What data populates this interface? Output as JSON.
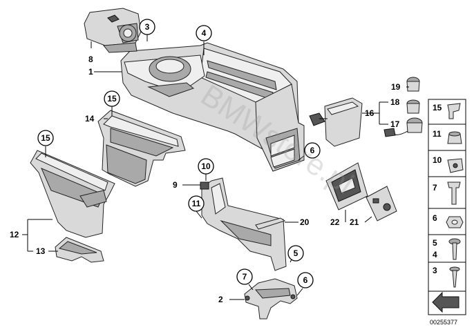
{
  "callouts": [
    {
      "id": "c8",
      "label": "8"
    },
    {
      "id": "c1",
      "label": "1"
    },
    {
      "id": "c3",
      "label": "3"
    },
    {
      "id": "c4",
      "label": "4"
    },
    {
      "id": "c15a",
      "label": "15"
    },
    {
      "id": "c14",
      "label": "14"
    },
    {
      "id": "c15b",
      "label": "15"
    },
    {
      "id": "c12",
      "label": "12"
    },
    {
      "id": "c13",
      "label": "13"
    },
    {
      "id": "c10",
      "label": "10"
    },
    {
      "id": "c9",
      "label": "9"
    },
    {
      "id": "c11",
      "label": "11"
    },
    {
      "id": "c6a",
      "label": "6"
    },
    {
      "id": "c20",
      "label": "20"
    },
    {
      "id": "c22",
      "label": "22"
    },
    {
      "id": "c21",
      "label": "21"
    },
    {
      "id": "c5",
      "label": "5"
    },
    {
      "id": "c7",
      "label": "7"
    },
    {
      "id": "c6b",
      "label": "6"
    },
    {
      "id": "c2",
      "label": "2"
    },
    {
      "id": "c19",
      "label": "19"
    },
    {
      "id": "c18",
      "label": "18"
    },
    {
      "id": "c16",
      "label": "16"
    },
    {
      "id": "c17",
      "label": "17"
    }
  ],
  "sidebar": {
    "items": [
      {
        "label": "15"
      },
      {
        "label": "11"
      },
      {
        "label": "10"
      },
      {
        "label": "7"
      },
      {
        "label": "6"
      },
      {
        "label": "5"
      },
      {
        "label": "4"
      },
      {
        "label": "3"
      }
    ]
  },
  "watermark": "BMWstore.pl",
  "reference_number": "00255377"
}
